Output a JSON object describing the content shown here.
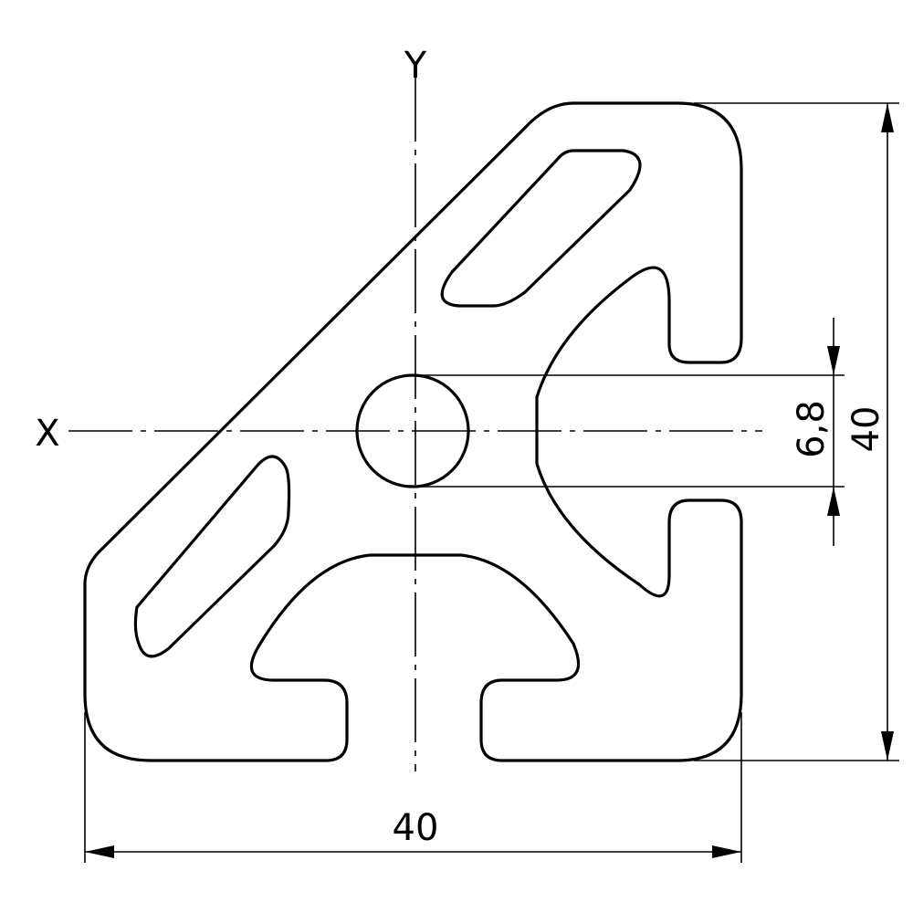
{
  "drawing": {
    "axis_x_label": "X",
    "axis_y_label": "Y",
    "dim_width": "40",
    "dim_height": "40",
    "dim_bore": "6,8"
  },
  "colors": {
    "line": "#000000",
    "background": "#ffffff"
  }
}
